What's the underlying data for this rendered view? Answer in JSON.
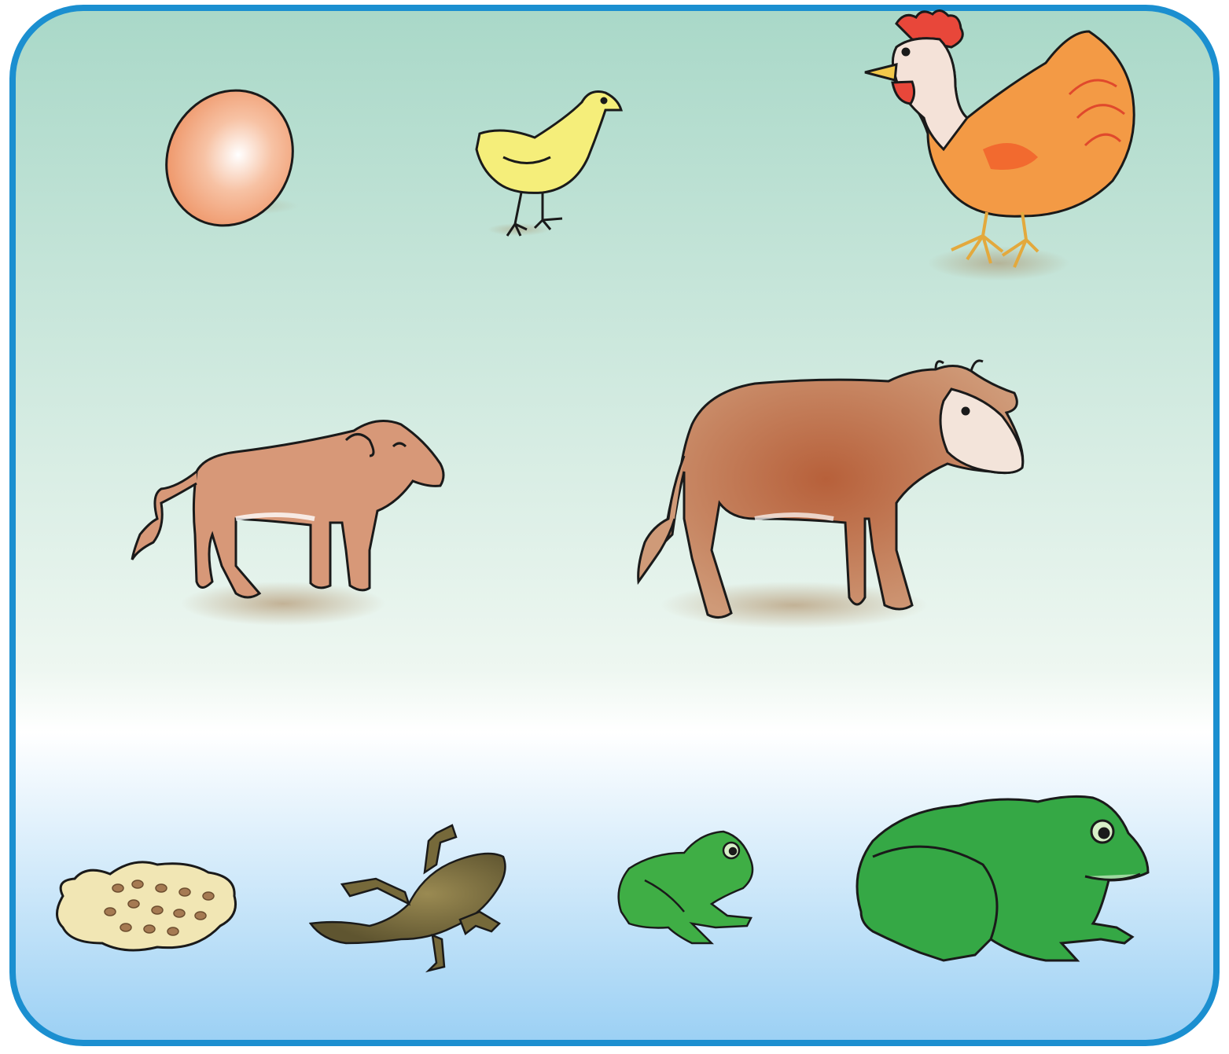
{
  "colors": {
    "frame": "#1b8fd0",
    "bg_top": "#a9d8c8",
    "bg_mid": "#fbfdfb",
    "bg_bottom": "#9bd0f4",
    "outline": "#1a1a1a",
    "egg": "#f2a277",
    "chick": "#f5ee7a",
    "hen_body": "#f39a45",
    "hen_comb": "#e8473a",
    "calf": "#d79878",
    "cow": "#b8704c",
    "spawn": "#f1e6b4",
    "spawn_dots": "#a57a52",
    "tadpole": "#76693a",
    "froglet": "#3fae45",
    "frog": "#35a845",
    "ground_shadow": "#a3794b"
  },
  "life_cycles": [
    {
      "animal": "chicken",
      "stages": [
        "egg-icon",
        "chick-icon",
        "hen-icon"
      ]
    },
    {
      "animal": "cow",
      "stages": [
        "calf-icon",
        "cow-icon"
      ]
    },
    {
      "animal": "frog",
      "stages": [
        "frog-spawn-icon",
        "tadpole-icon",
        "froglet-icon",
        "frog-icon"
      ]
    }
  ]
}
